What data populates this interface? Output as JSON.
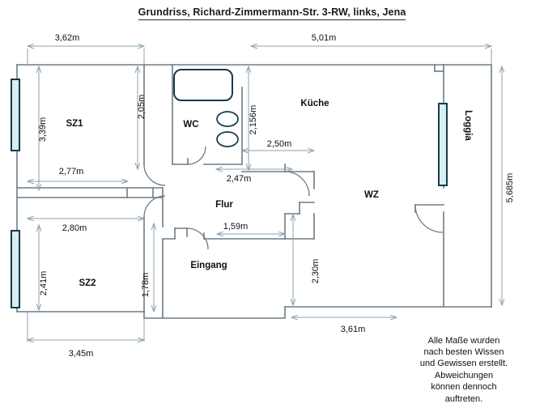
{
  "document": {
    "title": "Grundriss, Richard-Zimmermann-Str. 3-RW, links, Jena",
    "type": "floor-plan"
  },
  "colors": {
    "wall": "#6d7b86",
    "outer_wall": "#5f6e79",
    "window_stroke": "#143c4a",
    "window_fill": "#d9ecf2",
    "dimension_line": "#8aa0ae",
    "text": "#101010",
    "title_underline": "#2b2b2b"
  },
  "rooms": [
    {
      "key": "sz1",
      "label": "SZ1"
    },
    {
      "key": "sz2",
      "label": "SZ2"
    },
    {
      "key": "wc",
      "label": "WC"
    },
    {
      "key": "kueche",
      "label": "Küche"
    },
    {
      "key": "flur",
      "label": "Flur"
    },
    {
      "key": "eingang",
      "label": "Eingang"
    },
    {
      "key": "wz",
      "label": "WZ"
    },
    {
      "key": "loggia",
      "label": "Loggia"
    }
  ],
  "dimensions": {
    "top_left": "3,62m",
    "top_right": "5,01m",
    "sz1_height": "3,39m",
    "wc_wall_height": "2,05m",
    "kueche_height": "2,156m",
    "kueche_width": "2,50m",
    "flur_top_width": "2,47m",
    "sz1_width": "2,77m",
    "sz2_top_width": "2,80m",
    "flur_low_width": "1,59m",
    "sz2_height": "2,41m",
    "eingang_height": "1,78m",
    "wz_height": "2,30m",
    "bottom_left": "3,45m",
    "bottom_right": "3,61m",
    "right_height": "5,685m"
  },
  "disclaimer": {
    "line1": "Alle Maße wurden",
    "line2": "nach besten Wissen",
    "line3": "und Gewissen erstellt.",
    "line4": "Abweichungen",
    "line5": "können dennoch",
    "line6": "auftreten."
  },
  "fixtures": [
    {
      "key": "bathtub",
      "name": "bathtub"
    },
    {
      "key": "toilet",
      "name": "toilet"
    },
    {
      "key": "sink",
      "name": "sink"
    }
  ],
  "windows": [
    {
      "key": "sz1-window",
      "orientation": "vertical"
    },
    {
      "key": "sz2-window",
      "orientation": "vertical"
    },
    {
      "key": "loggia-window",
      "orientation": "vertical"
    }
  ]
}
